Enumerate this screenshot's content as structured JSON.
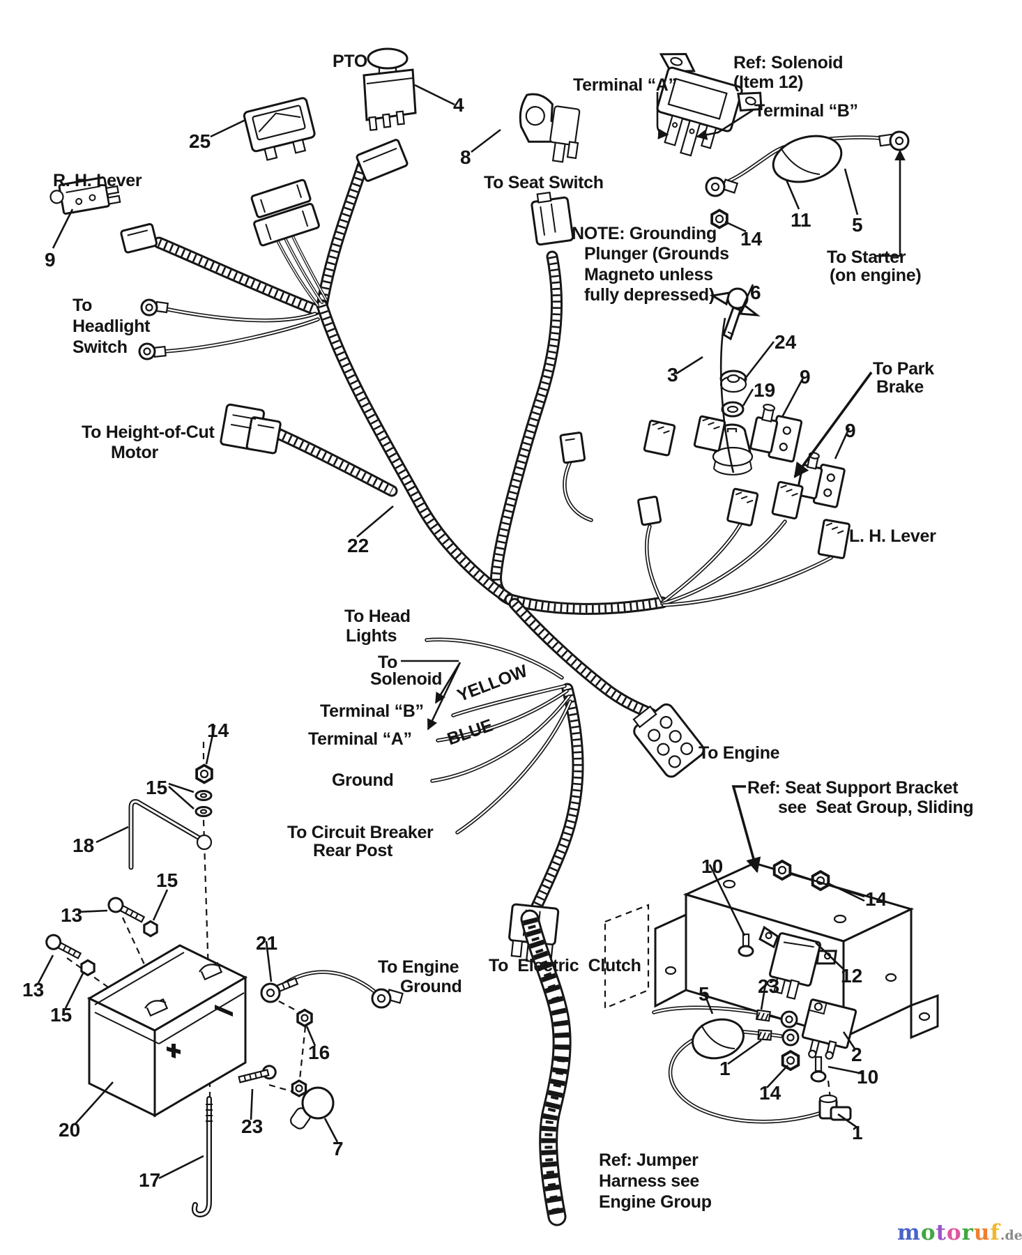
{
  "diagram": {
    "labels": {
      "pto": "PTO",
      "to_seat_switch": "To Seat Switch",
      "terminal_a_top": "Terminal “A”",
      "ref_solenoid_line1": "Ref: Solenoid",
      "ref_solenoid_line2": "(Item 12)",
      "terminal_b_top": "Terminal “B”",
      "rh_lever": "R. H. Lever",
      "to_headlight_line1": "To",
      "to_headlight_line2": "Headlight",
      "to_headlight_line3": "Switch",
      "note_line1": "NOTE: Grounding",
      "note_line2": "Plunger (Grounds",
      "note_line3": "Magneto unless",
      "note_line4": "fully depressed)",
      "to_starter_line1": "To Starter",
      "to_starter_line2": "(on engine)",
      "to_park_line1": "To Park",
      "to_park_line2": "Brake",
      "lh_lever": "L. H. Lever",
      "hoc_line1": "To Height-of-Cut",
      "hoc_line2": "Motor",
      "to_head_lights_line1": "To Head",
      "to_head_lights_line2": "Lights",
      "to_solenoid_line1": "To",
      "to_solenoid_line2": "Solenoid",
      "terminal_b": "Terminal “B”",
      "terminal_a": "Terminal “A”",
      "wire_yellow": "YELLOW",
      "wire_blue": "BLUE",
      "ground": "Ground",
      "to_circuit_breaker_line1": "To Circuit Breaker",
      "to_circuit_breaker_line2": "Rear Post",
      "to_engine": "To Engine",
      "to_engine_ground_line1": "To Engine",
      "to_engine_ground_line2": "Ground",
      "to_electric_clutch": "To  Electric  Clutch",
      "ref_seat_line1": "Ref: Seat Support Bracket",
      "ref_seat_line2": "see  Seat Group, Sliding",
      "ref_jumper_line1": "Ref: Jumper",
      "ref_jumper_line2": "Harness see",
      "ref_jumper_line3": "Engine Group"
    },
    "callouts": {
      "c1a": "1",
      "c1b": "1",
      "c2": "2",
      "c3": "3",
      "c4": "4",
      "c5a": "5",
      "c5b": "5",
      "c6": "6",
      "c7": "7",
      "c8": "8",
      "c9a": "9",
      "c9b": "9",
      "c9c": "9",
      "c10a": "10",
      "c10b": "10",
      "c11": "11",
      "c12": "12",
      "c13a": "13",
      "c13b": "13",
      "c14a": "14",
      "c14b": "14",
      "c14c": "14",
      "c14d": "14",
      "c15a": "15",
      "c15b": "15",
      "c15c": "15",
      "c16": "16",
      "c17": "17",
      "c18": "18",
      "c19": "19",
      "c20": "20",
      "c21": "21",
      "c22": "22",
      "c23a": "23",
      "c23b": "23",
      "c24": "24",
      "c25": "25"
    },
    "watermark": {
      "word": [
        {
          "ch": "m",
          "style": "color:#4a63c8"
        },
        {
          "ch": "o",
          "style": "color:#3fa83f"
        },
        {
          "ch": "t",
          "style": "color:#9a55c8"
        },
        {
          "ch": "o",
          "style": "color:#e055a0"
        },
        {
          "ch": "r",
          "style": "color:#3fa83f"
        },
        {
          "ch": "u",
          "style": "color:#f07f2d"
        },
        {
          "ch": "f",
          "style": "color:#f0b929"
        }
      ],
      "suffix": ".de",
      "suffix_style": "color:#8a8a8a;font-size:19px;letter-spacing:0"
    }
  }
}
